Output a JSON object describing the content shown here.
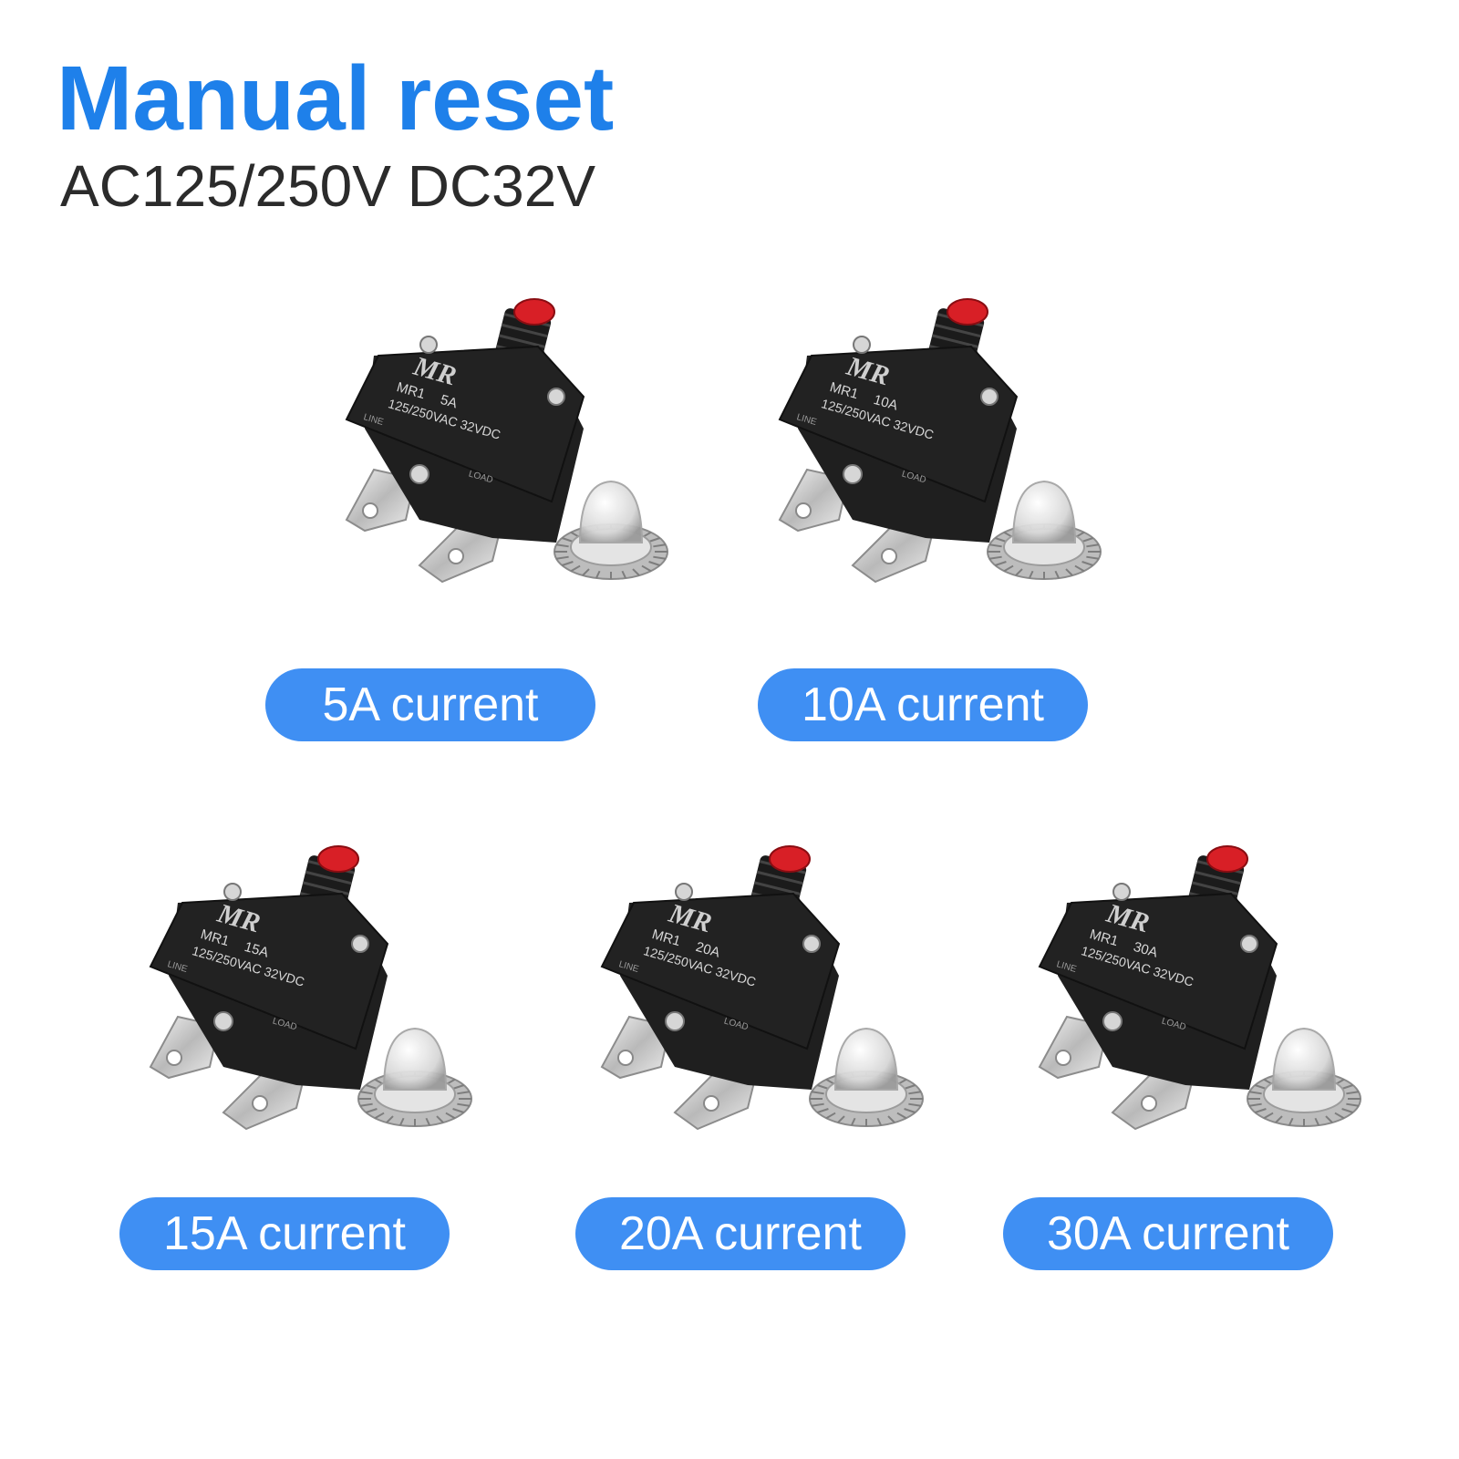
{
  "header": {
    "title": "Manual reset",
    "subtitle": "AC125/250V DC32V"
  },
  "colors": {
    "title": "#1e80ea",
    "pill_background": "#3f8ff3",
    "pill_text": "#ffffff",
    "body_plastic": "#222222",
    "reset_button": "#d81f26"
  },
  "products": [
    {
      "label": "5A current",
      "brand": "MR",
      "model": "MR1",
      "rating": "5A",
      "voltage": "125/250VAC 32VDC",
      "terminal_line": "LINE",
      "terminal_load": "LOAD"
    },
    {
      "label": "10A current",
      "brand": "MR",
      "model": "MR1",
      "rating": "10A",
      "voltage": "125/250VAC 32VDC",
      "terminal_line": "LINE",
      "terminal_load": "LOAD"
    },
    {
      "label": "15A current",
      "brand": "MR",
      "model": "MR1",
      "rating": "15A",
      "voltage": "125/250VAC 32VDC",
      "terminal_line": "LINE",
      "terminal_load": "LOAD"
    },
    {
      "label": "20A current",
      "brand": "MR",
      "model": "MR1",
      "rating": "20A",
      "voltage": "125/250VAC 32VDC",
      "terminal_line": "LINE",
      "terminal_load": "LOAD"
    },
    {
      "label": "30A current",
      "brand": "MR",
      "model": "MR1",
      "rating": "30A",
      "voltage": "125/250VAC 32VDC",
      "terminal_line": "LINE",
      "terminal_load": "LOAD"
    }
  ]
}
